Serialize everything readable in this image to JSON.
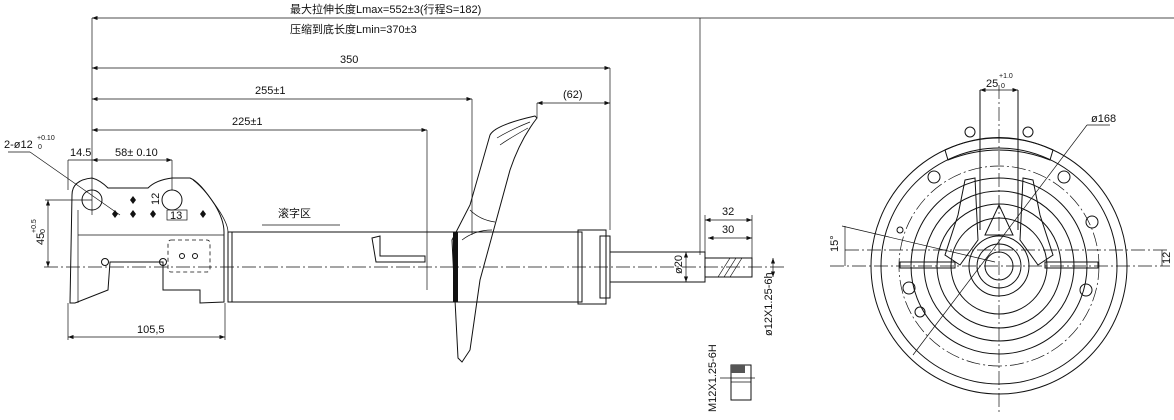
{
  "drawing": {
    "lmax_note": "最大拉伸长度Lmax=552±3(行程S=182)",
    "lmin_note": "压缩到底长度Lmin=370±3",
    "marking_zone": "滚字区",
    "dims": {
      "d350": "350",
      "d255": "255±1",
      "d225": "225±1",
      "d62": "(62)",
      "d14_5": "14.5",
      "d58": "58± 0.10",
      "holes": "2-ø12",
      "holes_tol_upper": "+0.10",
      "holes_tol_lower": "0",
      "d45": "45",
      "d45_tol_upper": "+0.5",
      "d45_tol_lower": "0",
      "d12_slot": "12",
      "d13_slot": "13",
      "d105_5": "105,5",
      "d32": "32",
      "d30": "30",
      "rod_dia": "ø20",
      "thread": "ø12X1.25-6h",
      "nut_thread": "M12X1.25-6H",
      "top_width": "25",
      "top_width_tol_upper": "+1.0",
      "top_width_tol_lower": "0",
      "mount_dia": "ø168",
      "angle": "15°",
      "offset": "12"
    }
  }
}
